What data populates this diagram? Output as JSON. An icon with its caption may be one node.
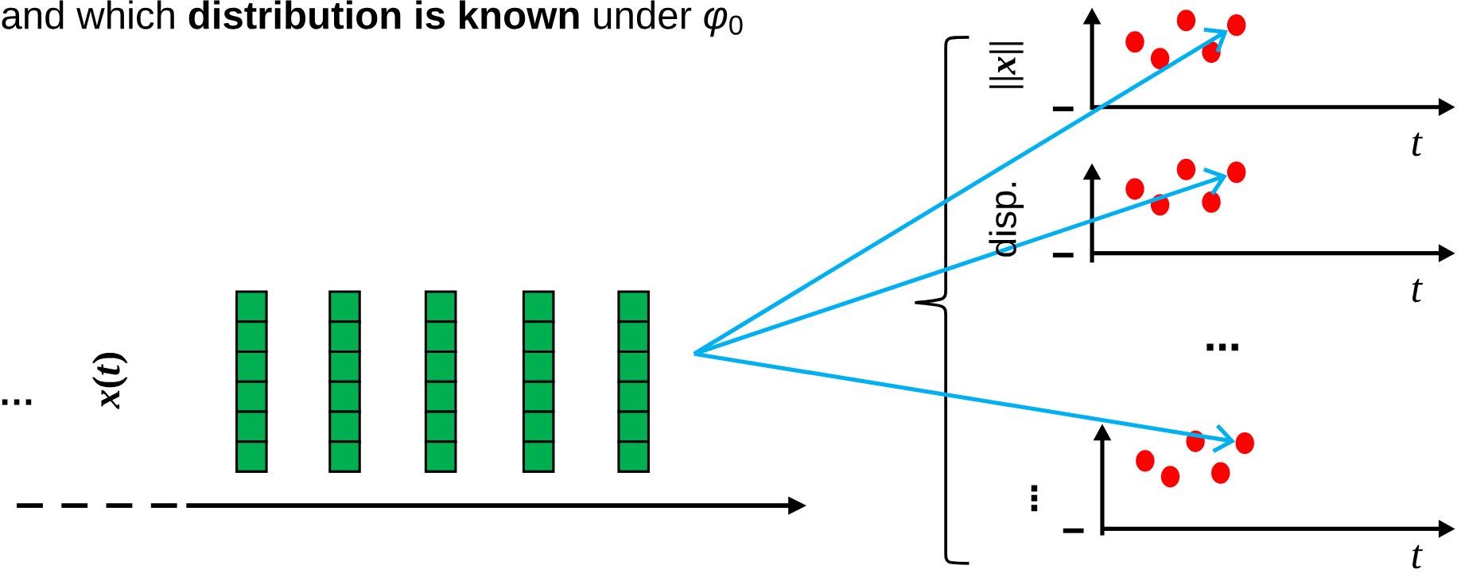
{
  "diagram": {
    "nodes": [
      {
        "text": [],
        "shape": "circle"
      },
      {
        "text": [],
        "shape": "circle"
      },
      {
        "text": [],
        "shape": "circle"
      },
      {
        "text": [],
        "shape": "circle"
      },
      {
        "text": [],
        "shape": "circle"
      },
      {
        "text": [],
        "shape": "circle"
      },
      {
        "text": [],
        "shape": "circle"
      },
      {
        "text": [],
        "shape": "circle"
      },
      {
        "text": [],
        "shape": "circle"
      },
      {
        "text": [],
        "shape": "circle"
      },
      {
        "text": [],
        "shape": "circle"
      },
      {
        "text": [],
        "shape": "circle"
      },
      {
        "text": [],
        "shape": "circle"
      },
      {
        "text": [],
        "shape": "circle"
      },
      {
        "text": [],
        "shape": "circle"
      }
    ],
    "edges": [
      {
        "from": null,
        "to": 4,
        "arrow": "to"
      },
      {
        "from": null,
        "to": 9,
        "arrow": "to"
      },
      {
        "from": null,
        "to": 14,
        "arrow": "to"
      }
    ],
    "labels": [
      "and which **distribution is known** under *φ*$_{0}$",
      "…",
      "*x*(*t*)",
      "||*x*||",
      "t",
      "disp.",
      "t",
      "⋯",
      "⋮",
      "t"
    ]
  }
}
